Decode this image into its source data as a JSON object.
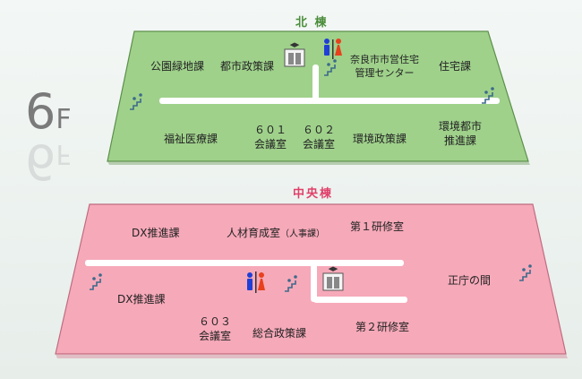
{
  "floor": {
    "number": "6",
    "unit": "F"
  },
  "north": {
    "title": "北 棟",
    "color": "#9fd18b",
    "rooms": {
      "park_green": "公園緑地課",
      "urban_policy": "都市政策課",
      "housing_center_1": "奈良市市営住宅",
      "housing_center_2": "管理センター",
      "housing": "住宅課",
      "welfare_medical": "福祉医療課",
      "room601_num": "６０１",
      "room601_name": "会議室",
      "room602_num": "６０２",
      "room602_name": "会議室",
      "environment_policy": "環境政策課",
      "env_city_1": "環境都市",
      "env_city_2": "推進課"
    }
  },
  "central": {
    "title": "中央棟",
    "color": "#f6a9b9",
    "rooms": {
      "dx_1": "DX推進課",
      "hr_main": "人材育成室",
      "hr_sub": "（人事課）",
      "training1": "第１研修室",
      "main_hall": "正庁の間",
      "dx_2": "DX推進課",
      "room603_num": "６０３",
      "room603_name": "会議室",
      "general_policy": "総合政策課",
      "training2": "第２研修室"
    }
  },
  "colors": {
    "accent_title": "#4a8c3a",
    "central_title": "#e0406a",
    "male": "#1f3fd6",
    "female": "#e8401c"
  }
}
